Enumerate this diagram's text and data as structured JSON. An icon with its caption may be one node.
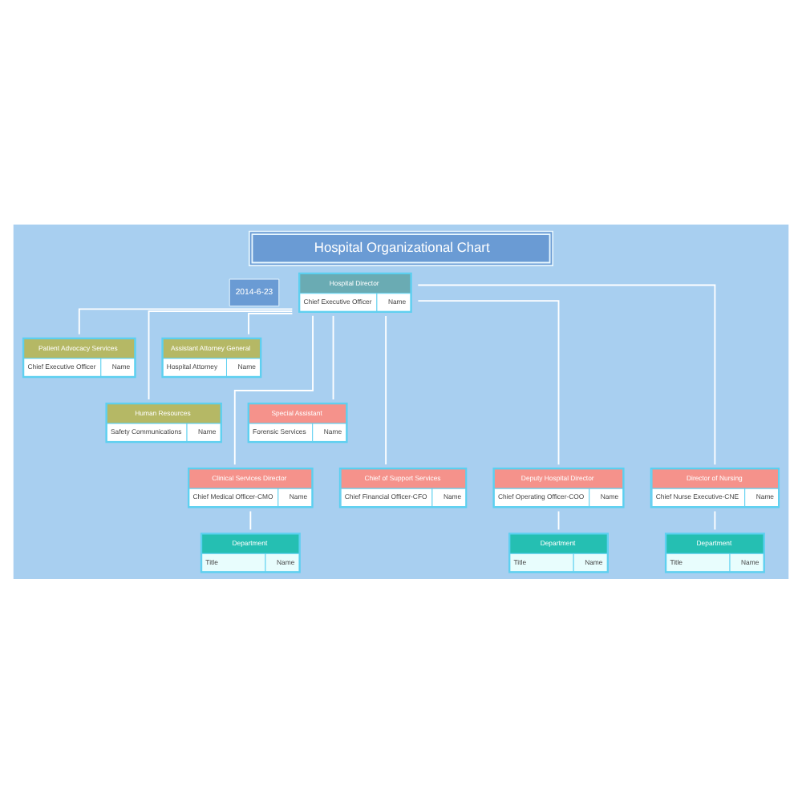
{
  "diagram": {
    "title": "Hospital Organizational Chart",
    "nodes": [
      {
        "text": [
          "Hospital Director",
          "Chief Executive Officer",
          "Name"
        ]
      },
      {
        "text": [
          "Patient Advocacy Services",
          "Chief Executive Officer",
          "Name"
        ]
      },
      {
        "text": [
          "Assistant Attorney General",
          "Hospital Attorney",
          "Name"
        ]
      },
      {
        "text": [
          "Human Resources",
          "Safety Communications",
          "Name"
        ]
      },
      {
        "text": [
          "Special Assistant",
          "Forensic Services",
          "Name"
        ]
      },
      {
        "text": [
          "Clinical Services Director",
          "Chief Medical Officer-CMO",
          "Name"
        ]
      },
      {
        "text": [
          "Chief of Support Services",
          "Chief Financial Officer-CFO",
          "Name"
        ]
      },
      {
        "text": [
          "Deputy Hospital Director",
          "Chief Operating Officer-COO",
          "Name"
        ]
      },
      {
        "text": [
          "Director of Nursing",
          "Chief Nurse Executive-CNE",
          "Name"
        ]
      },
      {
        "text": [
          "Department",
          "Title",
          "Name"
        ]
      },
      {
        "text": [
          "Department",
          "Title",
          "Name"
        ]
      },
      {
        "text": [
          "Department",
          "Title",
          "Name"
        ]
      }
    ],
    "edges": [
      {
        "from": 0,
        "to": 1,
        "arrow": "none"
      },
      {
        "from": 0,
        "to": 2,
        "arrow": "none"
      },
      {
        "from": 0,
        "to": 3,
        "arrow": "none"
      },
      {
        "from": 0,
        "to": 4,
        "arrow": "none"
      },
      {
        "from": 0,
        "to": 5,
        "arrow": "none"
      },
      {
        "from": 0,
        "to": 6,
        "arrow": "none"
      },
      {
        "from": 0,
        "to": 7,
        "arrow": "none"
      },
      {
        "from": 0,
        "to": 8,
        "arrow": "none"
      },
      {
        "from": 5,
        "to": 9,
        "arrow": "none"
      },
      {
        "from": 7,
        "to": 10,
        "arrow": "none"
      },
      {
        "from": 8,
        "to": 11,
        "arrow": "none"
      }
    ],
    "labels": [
      "2014-6-23"
    ]
  }
}
